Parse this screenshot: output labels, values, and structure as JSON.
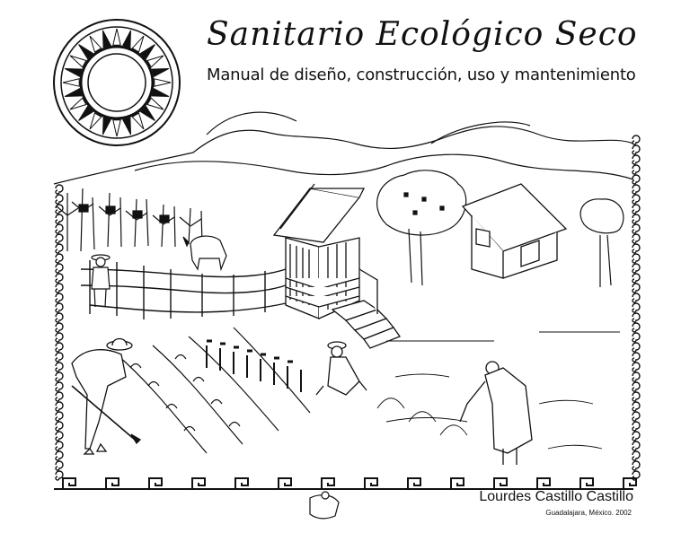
{
  "cover": {
    "title": "Sanitario Ecológico Seco",
    "subtitle": "Manual de diseño, construcción, uso y mantenimiento",
    "author": "Lourdes Castillo Castillo",
    "place_date": "Guadalajara, México. 2002"
  },
  "illustration": {
    "style": "black ink line drawing",
    "elements": [
      "emblem-icon",
      "mountains",
      "cornfield",
      "fence",
      "cow",
      "dry-toilet-hut",
      "house",
      "trees",
      "gardeners",
      "decorative-border"
    ]
  },
  "colors": {
    "ink": "#111111",
    "paper": "#ffffff"
  }
}
